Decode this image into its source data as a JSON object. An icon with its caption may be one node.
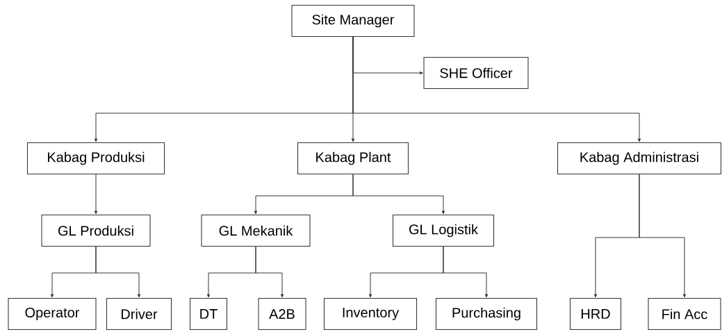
{
  "diagram": {
    "nodes": [
      {
        "text": [
          "Site Manager"
        ]
      },
      {
        "text": [
          "SHE Officer"
        ]
      },
      {
        "text": [
          "Kabag Produksi"
        ]
      },
      {
        "text": [
          "Kabag Plant"
        ]
      },
      {
        "text": [
          "Kabag Administrasi"
        ]
      },
      {
        "text": [
          "GL Produksi"
        ]
      },
      {
        "text": [
          "GL Mekanik"
        ]
      },
      {
        "text": [
          "GL Logistik"
        ]
      },
      {
        "text": [
          "Operator"
        ]
      },
      {
        "text": [
          "Driver"
        ]
      },
      {
        "text": [
          "DT"
        ]
      },
      {
        "text": [
          "A2B"
        ]
      },
      {
        "text": [
          "Inventory"
        ]
      },
      {
        "text": [
          "Purchasing"
        ]
      },
      {
        "text": [
          "HRD"
        ]
      },
      {
        "text": [
          "Fin Acc"
        ]
      }
    ],
    "edges": [
      {
        "from": 0,
        "to": 1,
        "arrow": "to"
      },
      {
        "from": 0,
        "to": 2,
        "arrow": "to"
      },
      {
        "from": 0,
        "to": 3,
        "arrow": "to"
      },
      {
        "from": 0,
        "to": 4,
        "arrow": "to"
      },
      {
        "from": 2,
        "to": 5,
        "arrow": "to"
      },
      {
        "from": 3,
        "to": 6,
        "arrow": "to"
      },
      {
        "from": 3,
        "to": 7,
        "arrow": "to"
      },
      {
        "from": 5,
        "to": 8,
        "arrow": "to"
      },
      {
        "from": 5,
        "to": 9,
        "arrow": "to"
      },
      {
        "from": 6,
        "to": 10,
        "arrow": "to"
      },
      {
        "from": 6,
        "to": 11,
        "arrow": "to"
      },
      {
        "from": 7,
        "to": 12,
        "arrow": "to"
      },
      {
        "from": 7,
        "to": 13,
        "arrow": "to"
      },
      {
        "from": 4,
        "to": 14,
        "arrow": "to"
      },
      {
        "from": 4,
        "to": 15,
        "arrow": "to"
      }
    ]
  }
}
